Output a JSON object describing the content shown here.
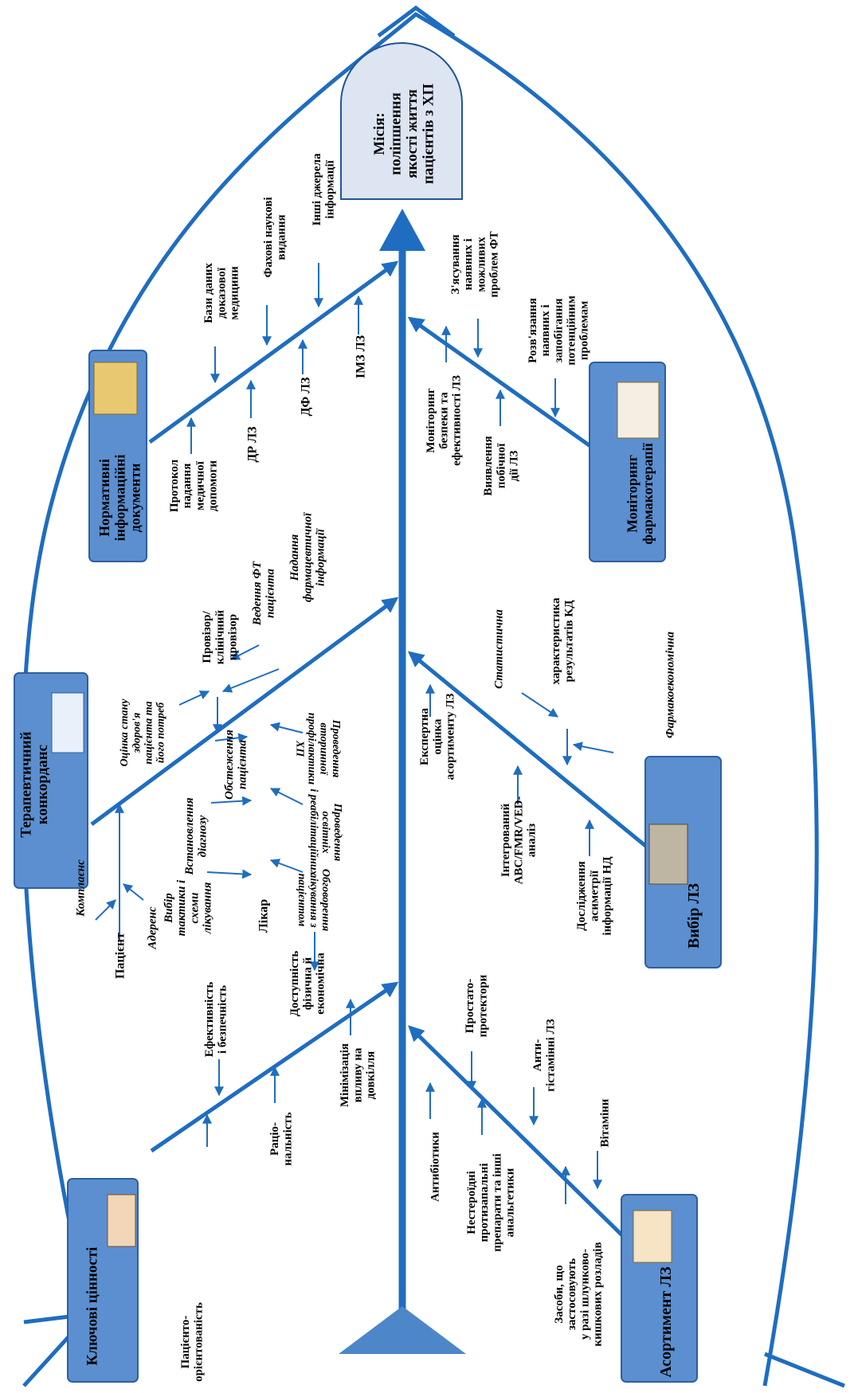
{
  "colors": {
    "primary": "#1f6dc0",
    "scroll_fill": "#5b8fd0",
    "scroll_dark": "#2e5f9f",
    "mission_fill": "#dde5f3",
    "mission_stroke": "#1f5596",
    "text": "#000000"
  },
  "mission": {
    "line1": "Місія:",
    "line2": "поліпшення",
    "line3": "якості життя",
    "line4": "пацієнтів з ХП"
  },
  "scrolls": {
    "normative": {
      "l1": "Нормативні",
      "l2": "інформаційні",
      "l3": "документи",
      "icon": "document-icon"
    },
    "concordance": {
      "l1": "Терапевтичний",
      "l2": "конкорданс",
      "icon": "people-icon"
    },
    "values": {
      "l1": "Ключові цінності",
      "icon": "hands-icon"
    },
    "monitoring": {
      "l1": "Моніторинг",
      "l2": "фармакотерапії",
      "icon": "computer-icon"
    },
    "choice": {
      "l1": "Вибір  ЛЗ",
      "icon": "coins-icon"
    },
    "assortment": {
      "l1": "Асортимент ЛЗ",
      "icon": "pills-icon"
    }
  },
  "labels": {
    "evidence_db": [
      "Бази даних",
      "доказової",
      "медицини"
    ],
    "journals": [
      "Фахові наукові",
      "видання"
    ],
    "other_sources": [
      "Інші джерела",
      "інформації"
    ],
    "protocol": [
      "Протокол",
      "надання",
      "медичної",
      "допомоги"
    ],
    "dr": "ДР ЛЗ",
    "df": "ДФ ЛЗ",
    "imz": "ІМЗ ЛЗ",
    "problems_find": [
      "З'ясування",
      "наявних і",
      "можливих",
      "проблем ФТ"
    ],
    "problems_solve": [
      "Розв'язання",
      "наявних і",
      "запобігання",
      "потенційним",
      "проблемам"
    ],
    "safety_monitor": [
      "Моніторинг",
      "безпеки та",
      "ефективності ЛЗ"
    ],
    "side_effects": [
      "Виявлення",
      "побічної",
      "дії ЛЗ"
    ],
    "pharmacist": [
      "Провізор/",
      "клінічний",
      "провізор"
    ],
    "pt_lead": [
      "Ведення ФТ",
      "пацієнта"
    ],
    "pharm_info": [
      "Надання",
      "фармацевтичної",
      "інформації"
    ],
    "health_assess": [
      "Оцінка стану",
      "здоров'я",
      "пацієнта та",
      "його потреб"
    ],
    "exam": [
      "Обстеження",
      "пацієнта"
    ],
    "diagnosis": [
      "Встановлення",
      "діагнозу"
    ],
    "tactic": [
      "Вибір",
      "тактики і",
      "схеми",
      "лікування"
    ],
    "doctor": "Лікар",
    "patient": "Пацієнт",
    "compliance": "Комплаєнс",
    "adherence": "Адеренс",
    "discussion": [
      "Обговорення",
      "лікування з",
      "пацієнтом"
    ],
    "education": [
      "Проведення",
      "освітніх",
      "і реабілітаційних"
    ],
    "prevention": [
      "Проведення",
      "вторинної",
      "профілактики",
      "ХП"
    ],
    "efficacy": [
      "Ефективність",
      "і безпечність"
    ],
    "access": [
      "Доступність",
      "фізична й",
      "економічна"
    ],
    "patient_orient": [
      "Пацієнто-",
      "орієнтованість"
    ],
    "rationality": [
      "Раціо-",
      "нальність"
    ],
    "env": [
      "Мінімізація",
      "впливу на",
      "довкілля"
    ],
    "expert": [
      "Експертна",
      "оцінка",
      "асортименту ЛЗ"
    ],
    "integrated": [
      "Інтегрований",
      "ABC/FMR/VED-",
      "аналіз"
    ],
    "asymmetry": [
      "Дослідження",
      "асиметрії",
      "інформації НД"
    ],
    "statistical": "Статистична",
    "pharmaeco": "Фармакоекономічна",
    "kd_results": [
      "характеристика",
      "результатів КД"
    ],
    "antibiotics": "Антибіотики",
    "nsaid": [
      "Нестероїдні",
      "протизапальні",
      "препарати та інші",
      "анальгетики"
    ],
    "gi": [
      "Засоби, що",
      "застосовують",
      "у разі шлунково-",
      "кишкових розладів"
    ],
    "prostate": [
      "Простато-",
      "протектори"
    ],
    "antihist": [
      "Анти-",
      "гістамінні ЛЗ"
    ],
    "vitamins": "Вітаміни"
  }
}
